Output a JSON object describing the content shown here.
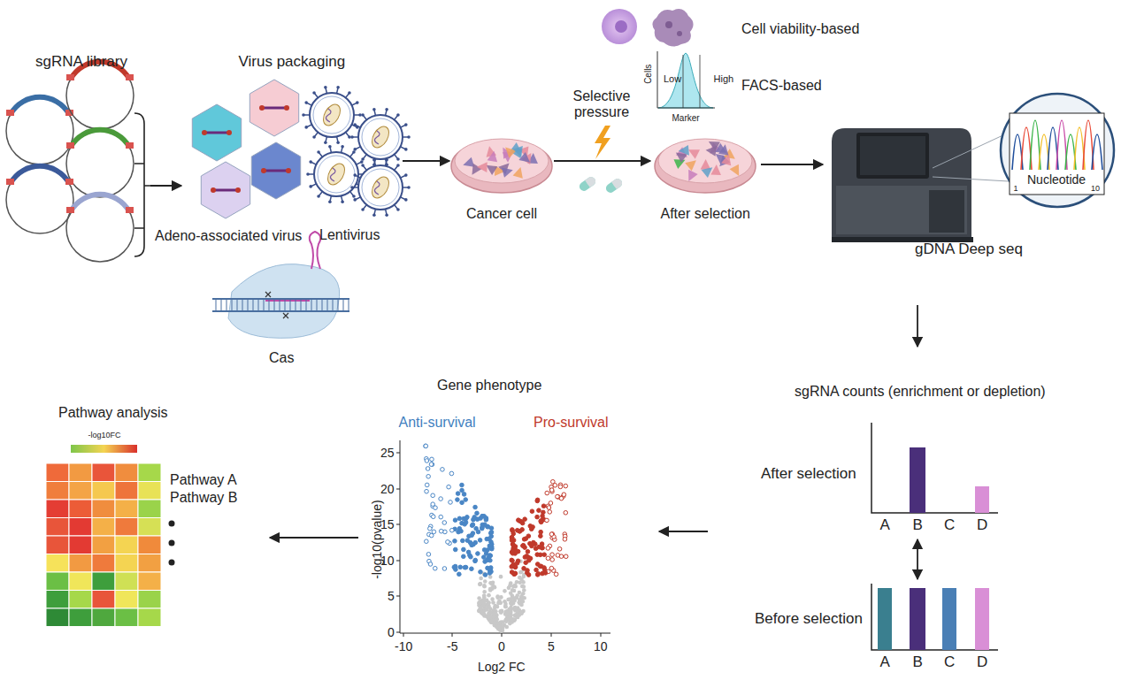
{
  "diagram": {
    "nodes": [
      {
        "text": [
          "sgRNA library"
        ]
      },
      {
        "text": [
          "Virus packaging"
        ]
      },
      {
        "text": [
          "Adeno-associated virus"
        ],
        "in": 1
      },
      {
        "text": [
          "Lentivirus"
        ],
        "in": 1
      },
      {
        "text": [
          "Cas"
        ]
      },
      {
        "text": [
          "Cancer cell"
        ]
      },
      {
        "text": [
          "After selection"
        ]
      },
      {
        "text": [
          "gDNA Deep seq"
        ]
      },
      {
        "text": [
          "sgRNA counts (enrichment or depletion)"
        ]
      },
      {
        "text": [
          "After selection"
        ],
        "in": 8
      },
      {
        "text": [
          "Before selection"
        ],
        "in": 8
      },
      {
        "text": [
          "Gene phenotype"
        ]
      },
      {
        "text": [
          "Pathway analysis"
        ]
      }
    ],
    "edges": [
      {
        "from": 0,
        "to": 1,
        "arrow": "to"
      },
      {
        "from": 1,
        "to": 5,
        "arrow": "to"
      },
      {
        "from": 5,
        "to": 6,
        "arrow": "to"
      },
      {
        "from": 6,
        "to": 7,
        "arrow": "to"
      },
      {
        "from": 7,
        "to": 8,
        "arrow": "to"
      },
      {
        "from": 9,
        "to": 10,
        "arrow": "both"
      },
      {
        "from": 8,
        "to": 11,
        "arrow": "to"
      },
      {
        "from": 11,
        "to": 12,
        "arrow": "to"
      }
    ],
    "labels": [
      "Selective pressure",
      "Cell viability-based",
      "FACS-based",
      "Cells",
      "Low",
      "High",
      "Marker",
      "Nucleotide",
      "1",
      "10",
      "A",
      "B",
      "C",
      "D",
      "A",
      "B",
      "C",
      "D",
      "Anti-survival",
      "Pro-survival",
      "25",
      "20",
      "15",
      "10",
      "5",
      "0",
      "-10",
      "-5",
      "0",
      "5",
      "10",
      "-log10(pvalue)",
      "Log2 FC",
      "-log10FC",
      "Pathway A",
      "Pathway B"
    ]
  }
}
